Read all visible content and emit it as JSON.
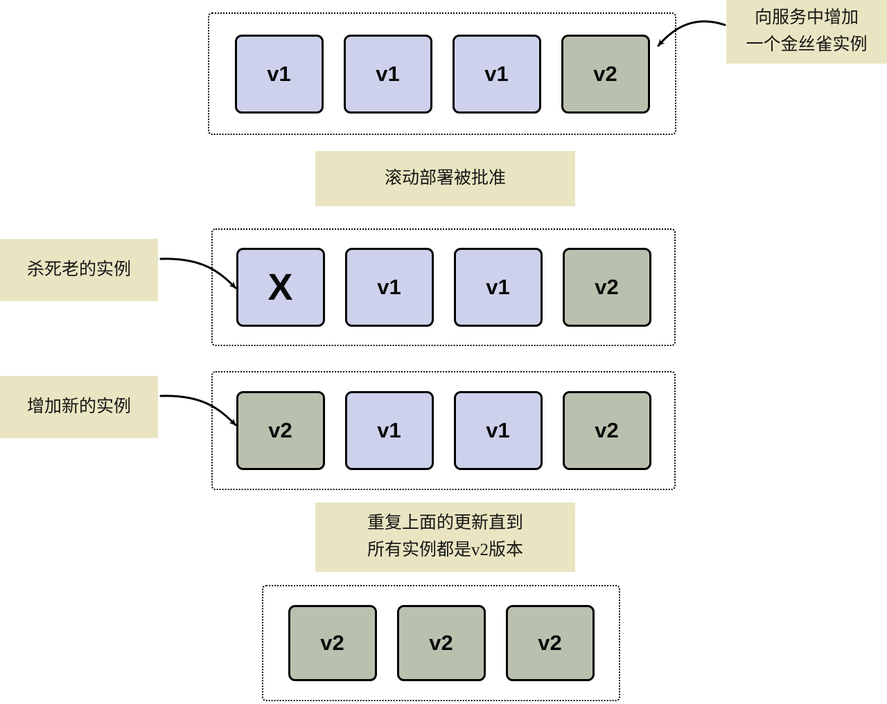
{
  "colors": {
    "v1-fill": "#cdd1ec",
    "v2-fill": "#b9c1ae",
    "killed-fill": "#cdd1ec",
    "note-fill": "#e9e5c2",
    "background": "#ffffff"
  },
  "annotations": {
    "canary": {
      "line1": "向服务中增加",
      "line2": "一个金丝雀实例"
    },
    "rolling": {
      "label": "滚动部署被批准"
    },
    "kill": {
      "label": "杀死老的实例"
    },
    "add": {
      "label": "增加新的实例"
    },
    "repeat": {
      "line1": "重复上面的更新直到",
      "line2": "所有实例都是v2版本"
    }
  },
  "rows": [
    {
      "instances": [
        {
          "label": "v1",
          "type": "v1"
        },
        {
          "label": "v1",
          "type": "v1"
        },
        {
          "label": "v1",
          "type": "v1"
        },
        {
          "label": "v2",
          "type": "v2"
        }
      ]
    },
    {
      "instances": [
        {
          "label": "X",
          "type": "killed"
        },
        {
          "label": "v1",
          "type": "v1"
        },
        {
          "label": "v1",
          "type": "v1"
        },
        {
          "label": "v2",
          "type": "v2"
        }
      ]
    },
    {
      "instances": [
        {
          "label": "v2",
          "type": "v2"
        },
        {
          "label": "v1",
          "type": "v1"
        },
        {
          "label": "v1",
          "type": "v1"
        },
        {
          "label": "v2",
          "type": "v2"
        }
      ]
    },
    {
      "instances": [
        {
          "label": "v2",
          "type": "v2"
        },
        {
          "label": "v2",
          "type": "v2"
        },
        {
          "label": "v2",
          "type": "v2"
        }
      ]
    }
  ]
}
